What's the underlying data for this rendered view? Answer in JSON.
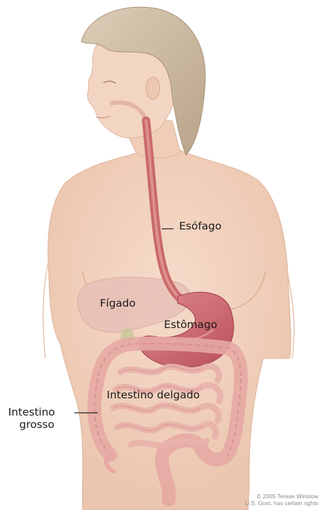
{
  "labels": {
    "esophagus": "Esófago",
    "liver": "Fígado",
    "stomach": "Estômago",
    "small_intestine": "Intestino delgado",
    "large_intestine_line1": "Intestino",
    "large_intestine_line2": "grosso"
  },
  "credit": {
    "line1": "© 2005 Terese Winslow",
    "line2": "U.S. Govt. has certain rights"
  },
  "colors": {
    "skin": "#f1d3bf",
    "hair": "#cdbba4",
    "esophagus": "#c7686a",
    "stomach": "#cf6a6f",
    "liver": "#e9c6bf",
    "intestine": "#e7a8a2"
  }
}
